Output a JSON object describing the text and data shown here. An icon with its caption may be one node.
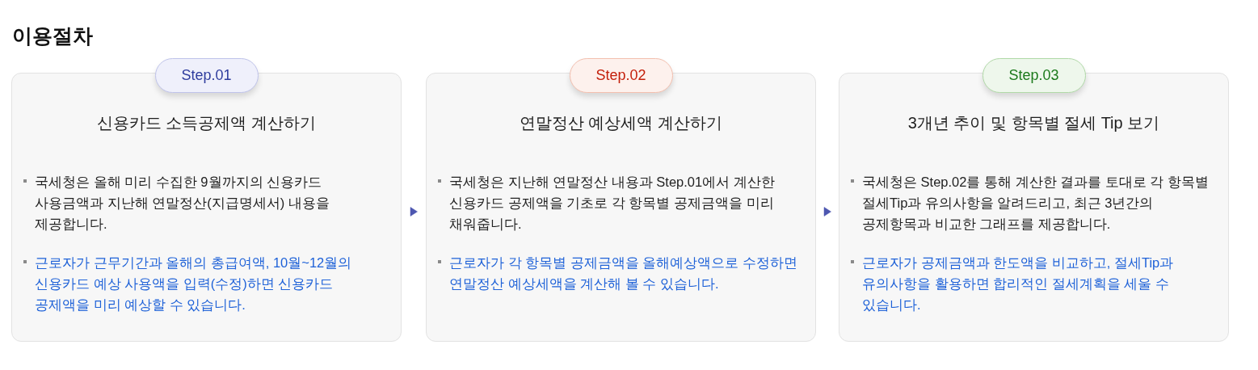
{
  "diagram": {
    "title": "이용절차",
    "nodes": [
      {
        "text": [
          "Step.01"
        ]
      },
      {
        "text": [
          "신용카드 소득공제액 계산하기",
          "국세청은 올해 미리 수집한 9월까지의 신용카드 사용금액과 지난해 연말정산(지급명세서) 내용을 제공합니다.",
          "근로자가 근무기간과 올해의 총급여액, 10월~12월의 신용카드 예상 사용액을 입력(수정)하면 신용카드 공제액을 미리 예상할 수 있습니다."
        ]
      },
      {
        "text": [
          "Step.02"
        ]
      },
      {
        "text": [
          "연말정산 예상세액 계산하기",
          "국세청은 지난해 연말정산 내용과 Step.01에서 계산한 신용카드 공제액을 기초로 각 항목별 공제금액을 미리 채워줍니다.",
          "근로자가 각 항목별 공제금액을 올해예상액으로 수정하면 연말정산 예상세액을 계산해 볼 수 있습니다."
        ]
      },
      {
        "text": [
          "Step.03"
        ]
      },
      {
        "text": [
          "3개년 추이 및 항목별 절세 Tip 보기",
          "국세청은 Step.02를 통해 계산한 결과를 토대로 각 항목별 절세Tip과 유의사항을 알려드리고, 최근 3년간의 공제항목과 비교한 그래프를 제공합니다.",
          "근로자가 공제금액과 한도액을 비교하고, 절세Tip과 유의사항을 활용하면 합리적인 절세계획을 세울 수 있습니다."
        ]
      }
    ],
    "edges": [
      {
        "from": 1,
        "to": 3,
        "arrow": "to"
      },
      {
        "from": 3,
        "to": 5,
        "arrow": "to"
      }
    ]
  }
}
